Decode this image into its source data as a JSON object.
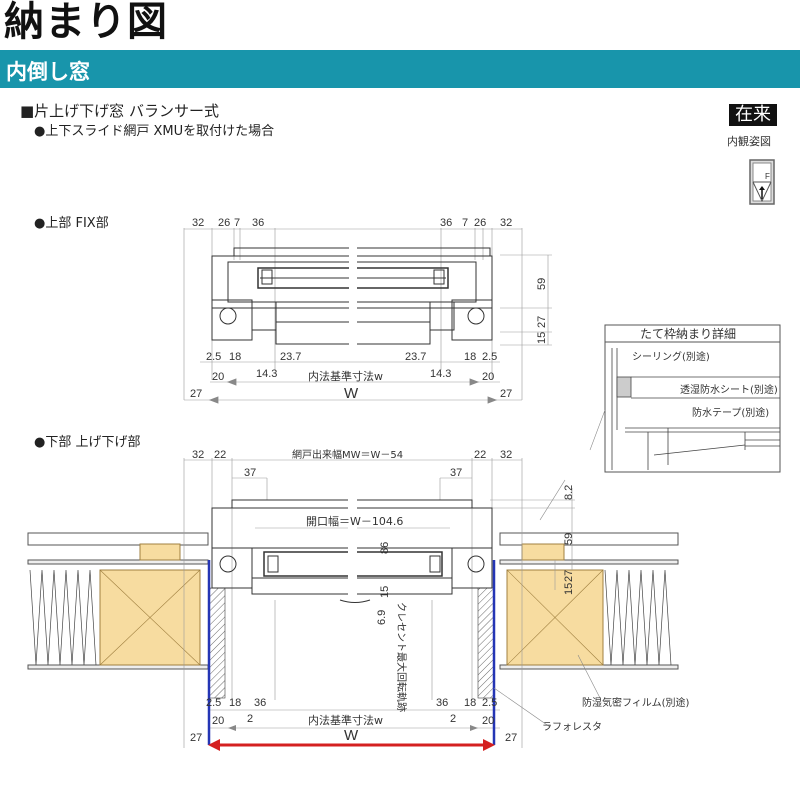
{
  "header": {
    "title": "納まり図",
    "section": "内倒し窓",
    "heading": "■片上げ下げ窓 バランサー式",
    "subheading": "●上下スライド網戸 XMUを取付けた場合",
    "badge": "在来",
    "badge_caption": "内観姿図",
    "thumbnail_label": "F"
  },
  "top_section": {
    "label": "●上部 FIX部",
    "dims_top_left": [
      "32",
      "26",
      "7",
      "36"
    ],
    "dims_top_right": [
      "36",
      "7",
      "26",
      "32"
    ],
    "dims_right_vertical": [
      "59",
      "27",
      "15"
    ],
    "dims_row1_left": [
      "2.5",
      "18",
      "23.7"
    ],
    "dims_row1_right": [
      "23.7",
      "18",
      "2.5"
    ],
    "dim_14_left": "14.3",
    "dim_14_right": "14.3",
    "dim_20_left": "20",
    "dim_20_right": "20",
    "inner_label": "内法基準寸法w",
    "w_label": "W",
    "dim_27_left": "27",
    "dim_27_right": "27"
  },
  "detail_box": {
    "title": "たて枠納まり詳細",
    "callouts": [
      "シーリング(別途)",
      "透湿防水シート(別途)",
      "防水テープ(別途)"
    ]
  },
  "bottom_section": {
    "label": "●下部 上げ下げ部",
    "dims_top_left": [
      "32",
      "22"
    ],
    "dims_top_right": [
      "22",
      "32"
    ],
    "screen_width": "網戸出来幅MW＝W－54",
    "dim_37_left": "37",
    "dim_37_right": "37",
    "dim_82": "8.2",
    "opening_width": "開口幅＝W－104.6",
    "dim_86": "86",
    "dim_59": "59",
    "dim_27v": "27",
    "dim_15v": "15",
    "dim_15c": "15",
    "dim_69": "6.9",
    "crescent": "クレセント最大回転軌跡",
    "dims_row1_left": [
      "2.5",
      "18",
      "36"
    ],
    "dims_row1_right": [
      "36",
      "18",
      "2.5"
    ],
    "dim_2_left": "2",
    "dim_2_right": "2",
    "dim_20_left": "20",
    "dim_20_right": "20",
    "inner_label": "内法基準寸法w",
    "w_label": "W",
    "dim_27_left": "27",
    "dim_27_right": "27",
    "callouts": [
      "防湿気密フィルム(別途)",
      "ラフォレスタ"
    ]
  },
  "colors": {
    "band": "#1895ab",
    "wood": "#f7dca0",
    "blue_line": "#2435b5",
    "red_arrow": "#d42020"
  }
}
